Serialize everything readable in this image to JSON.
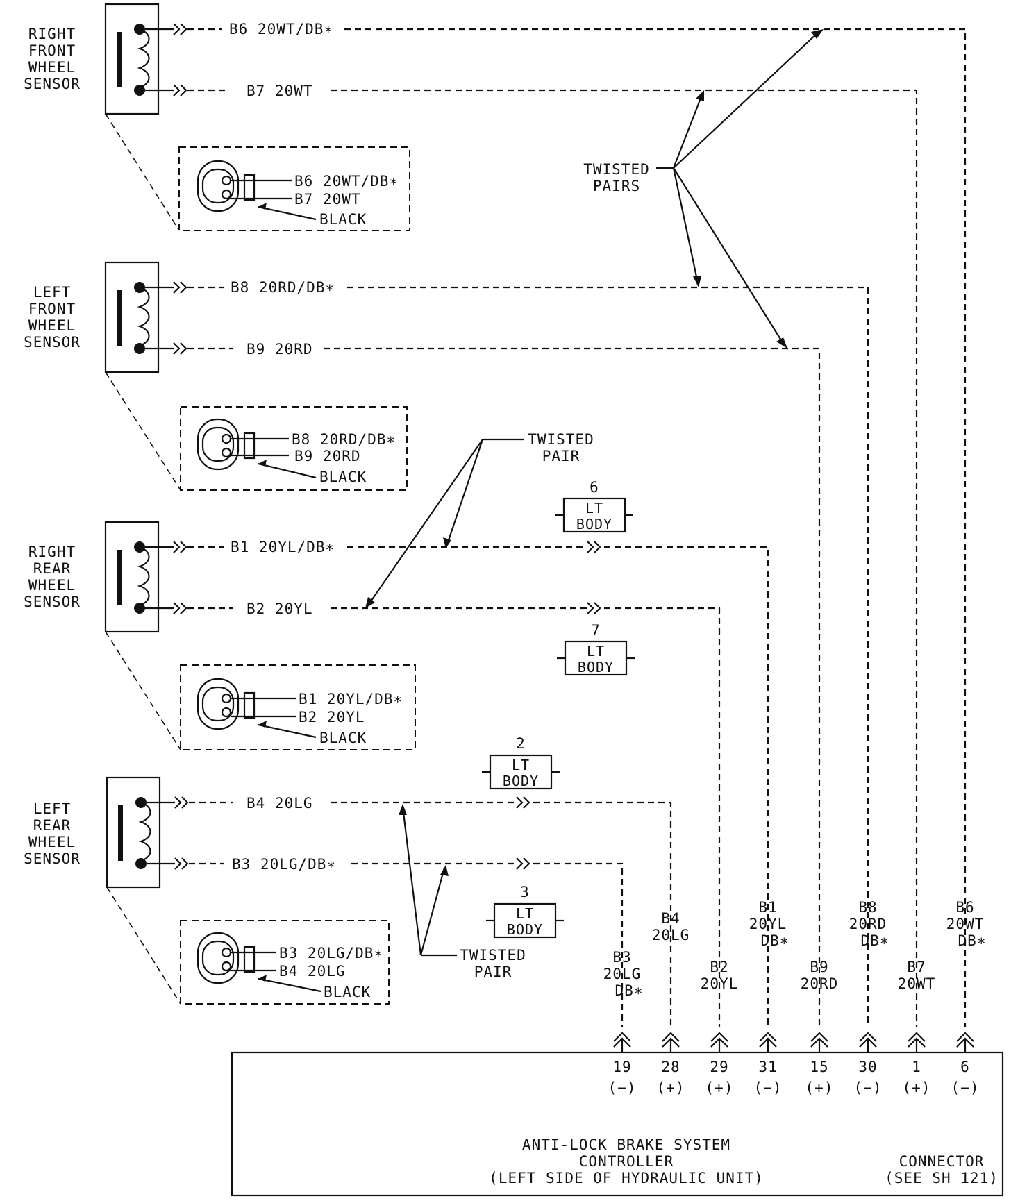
{
  "sensors": [
    {
      "name_lines": [
        "RIGHT",
        "FRONT",
        "WHEEL",
        "SENSOR"
      ],
      "wire_a": "B6  20WT/DB∗",
      "wire_b": "B7  20WT",
      "conn_a": "B6  20WT/DB∗",
      "conn_b": "B7  20WT",
      "conn_color": "BLACK"
    },
    {
      "name_lines": [
        "LEFT",
        "FRONT",
        "WHEEL",
        "SENSOR"
      ],
      "wire_a": "B8  20RD/DB∗",
      "wire_b": "B9  20RD",
      "conn_a": "B8  20RD/DB∗",
      "conn_b": "B9  20RD",
      "conn_color": "BLACK"
    },
    {
      "name_lines": [
        "RIGHT",
        "REAR",
        "WHEEL",
        "SENSOR"
      ],
      "wire_a": "B1  20YL/DB∗",
      "wire_b": "B2  20YL",
      "conn_a": "B1  20YL/DB∗",
      "conn_b": "B2  20YL",
      "conn_color": "BLACK"
    },
    {
      "name_lines": [
        "LEFT",
        "REAR",
        "WHEEL",
        "SENSOR"
      ],
      "wire_a": "B4  20LG",
      "wire_b": "B3  20LG/DB∗",
      "conn_a": "B3  20LG/DB∗",
      "conn_b": "B4  20LG",
      "conn_color": "BLACK"
    }
  ],
  "twisted": {
    "pairs_lines": [
      "TWISTED",
      "PAIRS"
    ],
    "pair_lines": [
      "TWISTED",
      "PAIR"
    ]
  },
  "lt_body": [
    {
      "num": "6",
      "lines": [
        "LT",
        "BODY"
      ]
    },
    {
      "num": "7",
      "lines": [
        "LT",
        "BODY"
      ]
    },
    {
      "num": "2",
      "lines": [
        "LT",
        "BODY"
      ]
    },
    {
      "num": "3",
      "lines": [
        "LT",
        "BODY"
      ]
    }
  ],
  "pins": [
    {
      "wire": [
        "B3",
        "20LG",
        "DB∗"
      ],
      "num": "19",
      "pol": "(−)"
    },
    {
      "wire": [
        "B4",
        "20LG"
      ],
      "num": "28",
      "pol": "(+)"
    },
    {
      "wire": [
        "B2",
        "20YL"
      ],
      "num": "29",
      "pol": "(+)"
    },
    {
      "wire": [
        "B1",
        "20YL",
        "DB∗"
      ],
      "num": "31",
      "pol": "(−)"
    },
    {
      "wire": [
        "B9",
        "20RD"
      ],
      "num": "15",
      "pol": "(+)"
    },
    {
      "wire": [
        "B8",
        "20RD",
        "DB∗"
      ],
      "num": "30",
      "pol": "(−)"
    },
    {
      "wire": [
        "B7",
        "20WT"
      ],
      "num": "1",
      "pol": "(+)"
    },
    {
      "wire": [
        "B6",
        "20WT",
        "DB∗"
      ],
      "num": "6",
      "pol": "(−)"
    }
  ],
  "controller": {
    "lines": [
      "ANTI-LOCK BRAKE SYSTEM",
      "CONTROLLER",
      "(LEFT SIDE OF HYDRAULIC UNIT)"
    ],
    "connector_lines": [
      "CONNECTOR",
      "(SEE SH 121)"
    ]
  }
}
